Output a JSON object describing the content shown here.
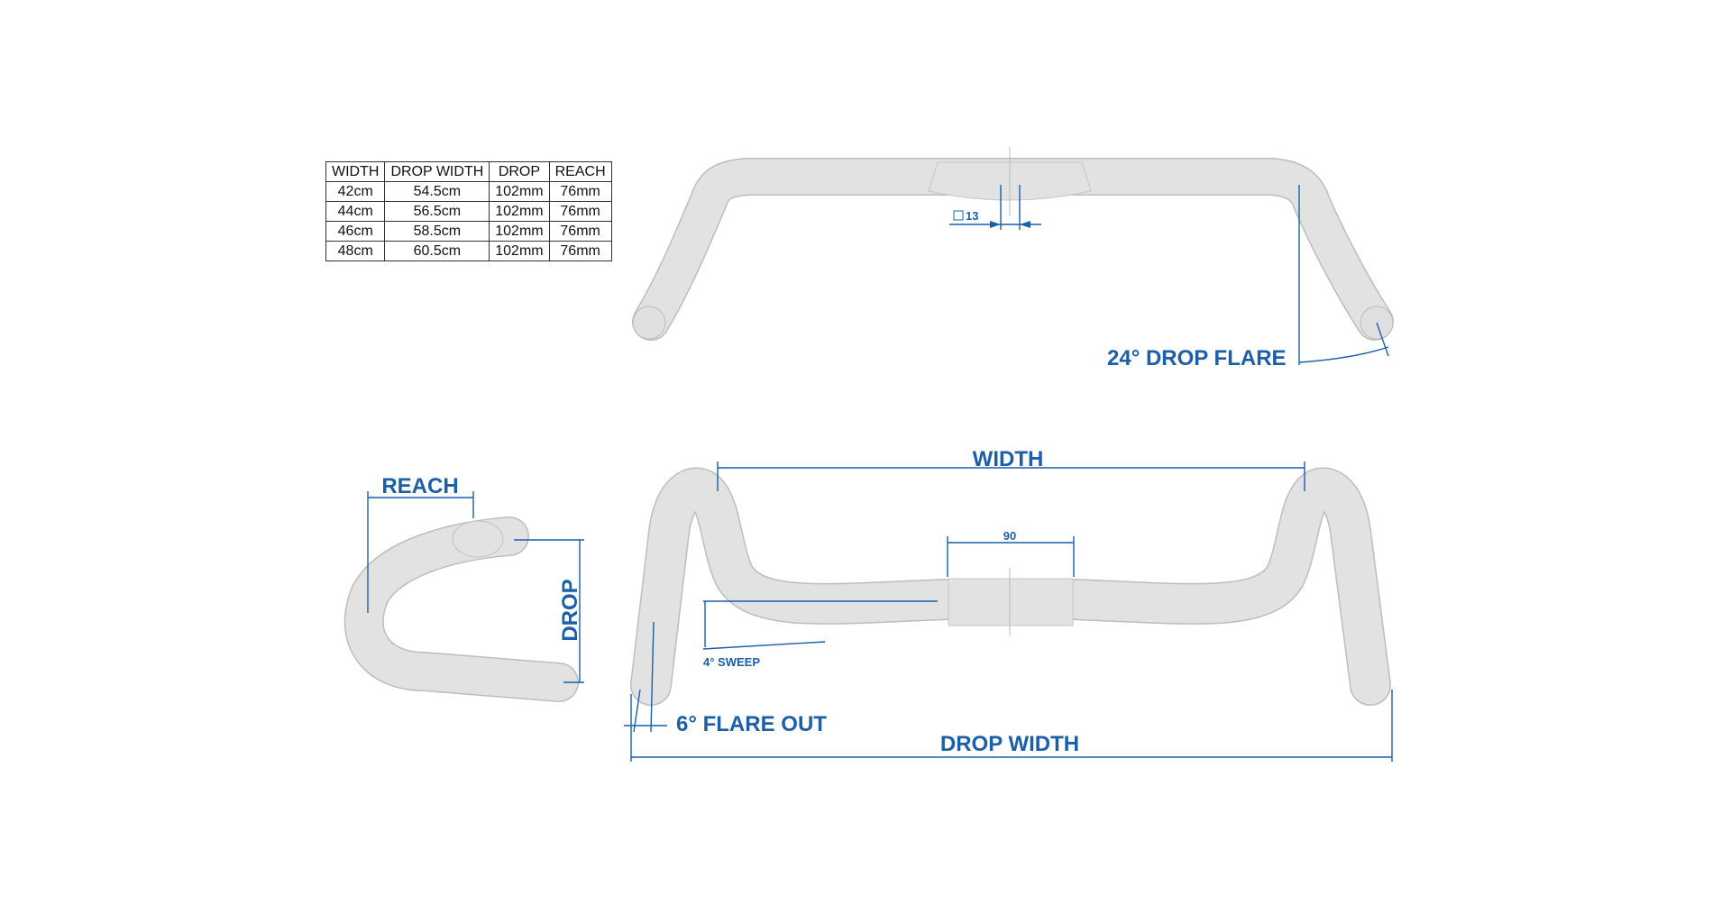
{
  "table": {
    "headers": [
      "WIDTH",
      "DROP WIDTH",
      "DROP",
      "REACH"
    ],
    "rows": [
      [
        "42cm",
        "54.5cm",
        "102mm",
        "76mm"
      ],
      [
        "44cm",
        "56.5cm",
        "102mm",
        "76mm"
      ],
      [
        "46cm",
        "58.5cm",
        "102mm",
        "76mm"
      ],
      [
        "48cm",
        "60.5cm",
        "102mm",
        "76mm"
      ]
    ]
  },
  "labels": {
    "clamp": "13",
    "drop_flare": "24° DROP FLARE",
    "width": "WIDTH",
    "center_width": "90",
    "sweep": "4° SWEEP",
    "flare_out": "6° FLARE OUT",
    "drop_width": "DROP WIDTH",
    "reach": "REACH",
    "drop": "DROP"
  },
  "colors": {
    "accent": "#1a5fa8",
    "bar": "#e2e2e2"
  }
}
